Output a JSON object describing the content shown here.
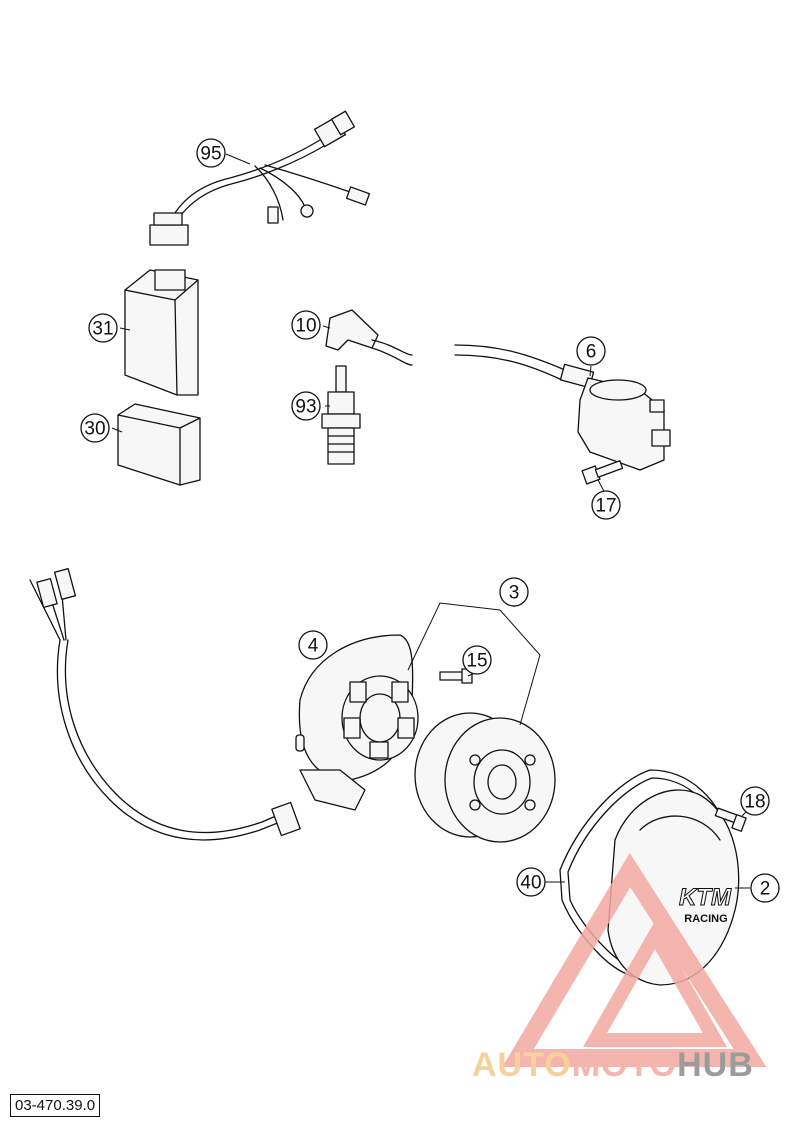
{
  "diagram": {
    "reference_code": "03-470.39.0",
    "callouts": [
      {
        "id": "95",
        "label": "95"
      },
      {
        "id": "31",
        "label": "31"
      },
      {
        "id": "30",
        "label": "30"
      },
      {
        "id": "10",
        "label": "10"
      },
      {
        "id": "93",
        "label": "93"
      },
      {
        "id": "6",
        "label": "6"
      },
      {
        "id": "17",
        "label": "17"
      },
      {
        "id": "3",
        "label": "3"
      },
      {
        "id": "4",
        "label": "4"
      },
      {
        "id": "15",
        "label": "15"
      },
      {
        "id": "18",
        "label": "18"
      },
      {
        "id": "40",
        "label": "40"
      },
      {
        "id": "2",
        "label": "2"
      }
    ],
    "cover_logo": "KTM",
    "cover_logo_sub": "RACING"
  },
  "watermark": {
    "part1": "AUTO",
    "part2": "MOTO",
    "part3": "HUB",
    "color_primary": "#f4a9a2",
    "color_secondary": "#f6c98a",
    "color_hub": "#8a8a8a"
  }
}
